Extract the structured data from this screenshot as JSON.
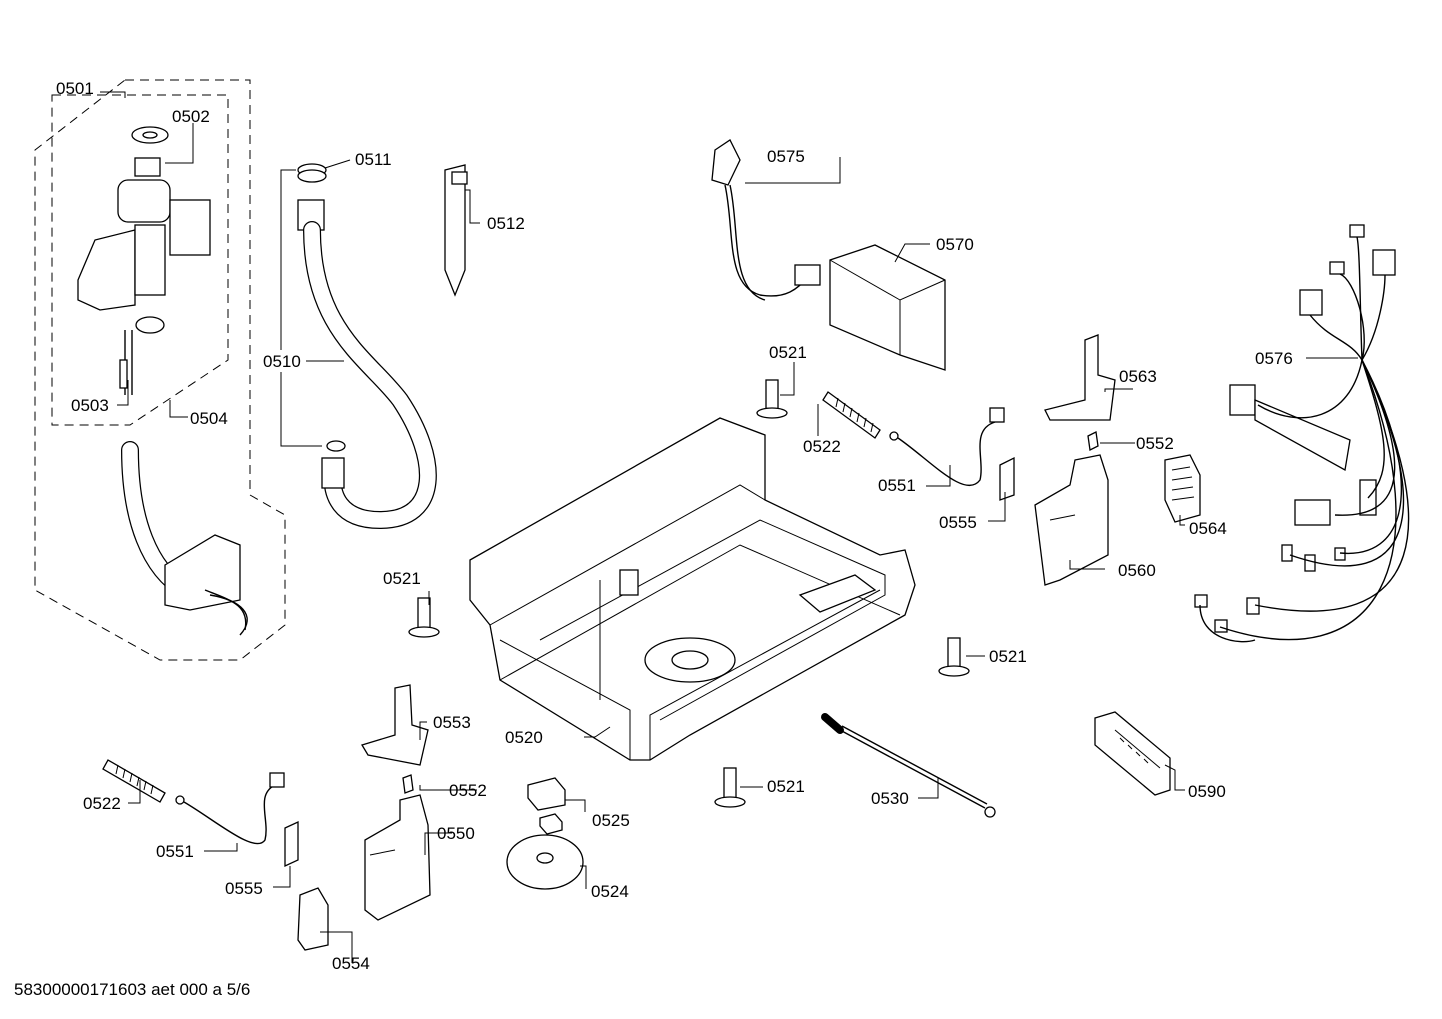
{
  "footer": "58300000171603 aet 000 a 5/6",
  "labels": {
    "p0501": "0501",
    "p0502": "0502",
    "p0503": "0503",
    "p0504": "0504",
    "p0510": "0510",
    "p0511": "0511",
    "p0512": "0512",
    "p0520": "0520",
    "p0521_a": "0521",
    "p0521_b": "0521",
    "p0521_c": "0521",
    "p0521_d": "0521",
    "p0522_a": "0522",
    "p0522_b": "0522",
    "p0524": "0524",
    "p0525": "0525",
    "p0530": "0530",
    "p0550": "0550",
    "p0551_a": "0551",
    "p0551_b": "0551",
    "p0552_a": "0552",
    "p0552_b": "0552",
    "p0553": "0553",
    "p0554": "0554",
    "p0555_a": "0555",
    "p0555_b": "0555",
    "p0560": "0560",
    "p0563": "0563",
    "p0564": "0564",
    "p0570": "0570",
    "p0575": "0575",
    "p0576": "0576",
    "p0590": "0590"
  }
}
